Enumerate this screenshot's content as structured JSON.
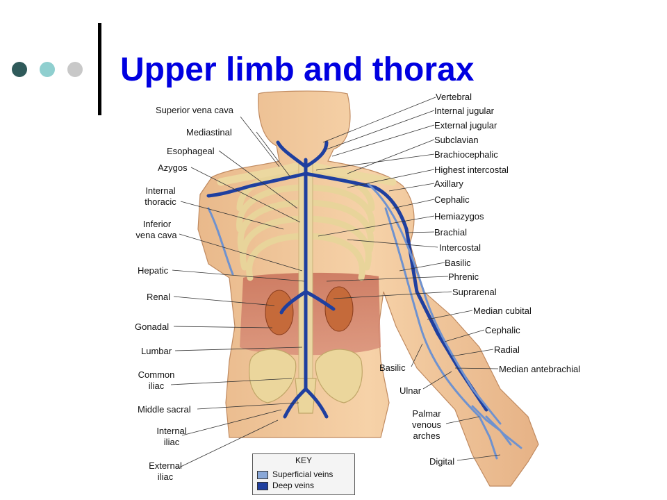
{
  "slide": {
    "title": "Upper limb and thorax",
    "accent_colors": [
      "#2f5a5a",
      "#8fcfcf",
      "#c8c8c8"
    ],
    "title_color": "#0000e0"
  },
  "figure": {
    "labels_left": {
      "superior_vena_cava": "Superior vena cava",
      "mediastinal": "Mediastinal",
      "esophageal": "Esophageal",
      "azygos": "Azygos",
      "internal_thoracic_1": "Internal",
      "internal_thoracic_2": "thoracic",
      "inferior_vena_cava_1": "Inferior",
      "inferior_vena_cava_2": "vena cava",
      "hepatic": "Hepatic",
      "renal": "Renal",
      "gonadal": "Gonadal",
      "lumbar": "Lumbar",
      "common_iliac_1": "Common",
      "common_iliac_2": "iliac",
      "middle_sacral": "Middle sacral",
      "internal_iliac_1": "Internal",
      "internal_iliac_2": "iliac",
      "external_iliac_1": "External",
      "external_iliac_2": "iliac"
    },
    "labels_right": {
      "vertebral": "Vertebral",
      "internal_jugular": "Internal jugular",
      "external_jugular": "External jugular",
      "subclavian": "Subclavian",
      "brachiocephalic": "Brachiocephalic",
      "highest_intercostal": "Highest intercostal",
      "axillary": "Axillary",
      "cephalic_upper": "Cephalic",
      "hemiazygos": "Hemiazygos",
      "brachial": "Brachial",
      "intercostal": "Intercostal",
      "basilic_upper": "Basilic",
      "phrenic": "Phrenic",
      "suprarenal": "Suprarenal",
      "median_cubital": "Median cubital",
      "cephalic_lower": "Cephalic",
      "radial": "Radial",
      "median_antebrachial": "Median antebrachial",
      "basilic_lower": "Basilic",
      "ulnar": "Ulnar",
      "palmar_1": "Palmar",
      "palmar_2": "venous",
      "palmar_3": "arches",
      "digital": "Digital"
    },
    "key": {
      "title": "KEY",
      "superficial": "Superficial veins",
      "deep": "Deep veins",
      "superficial_color": "#8aa8d8",
      "deep_color": "#1f3f9f"
    }
  }
}
